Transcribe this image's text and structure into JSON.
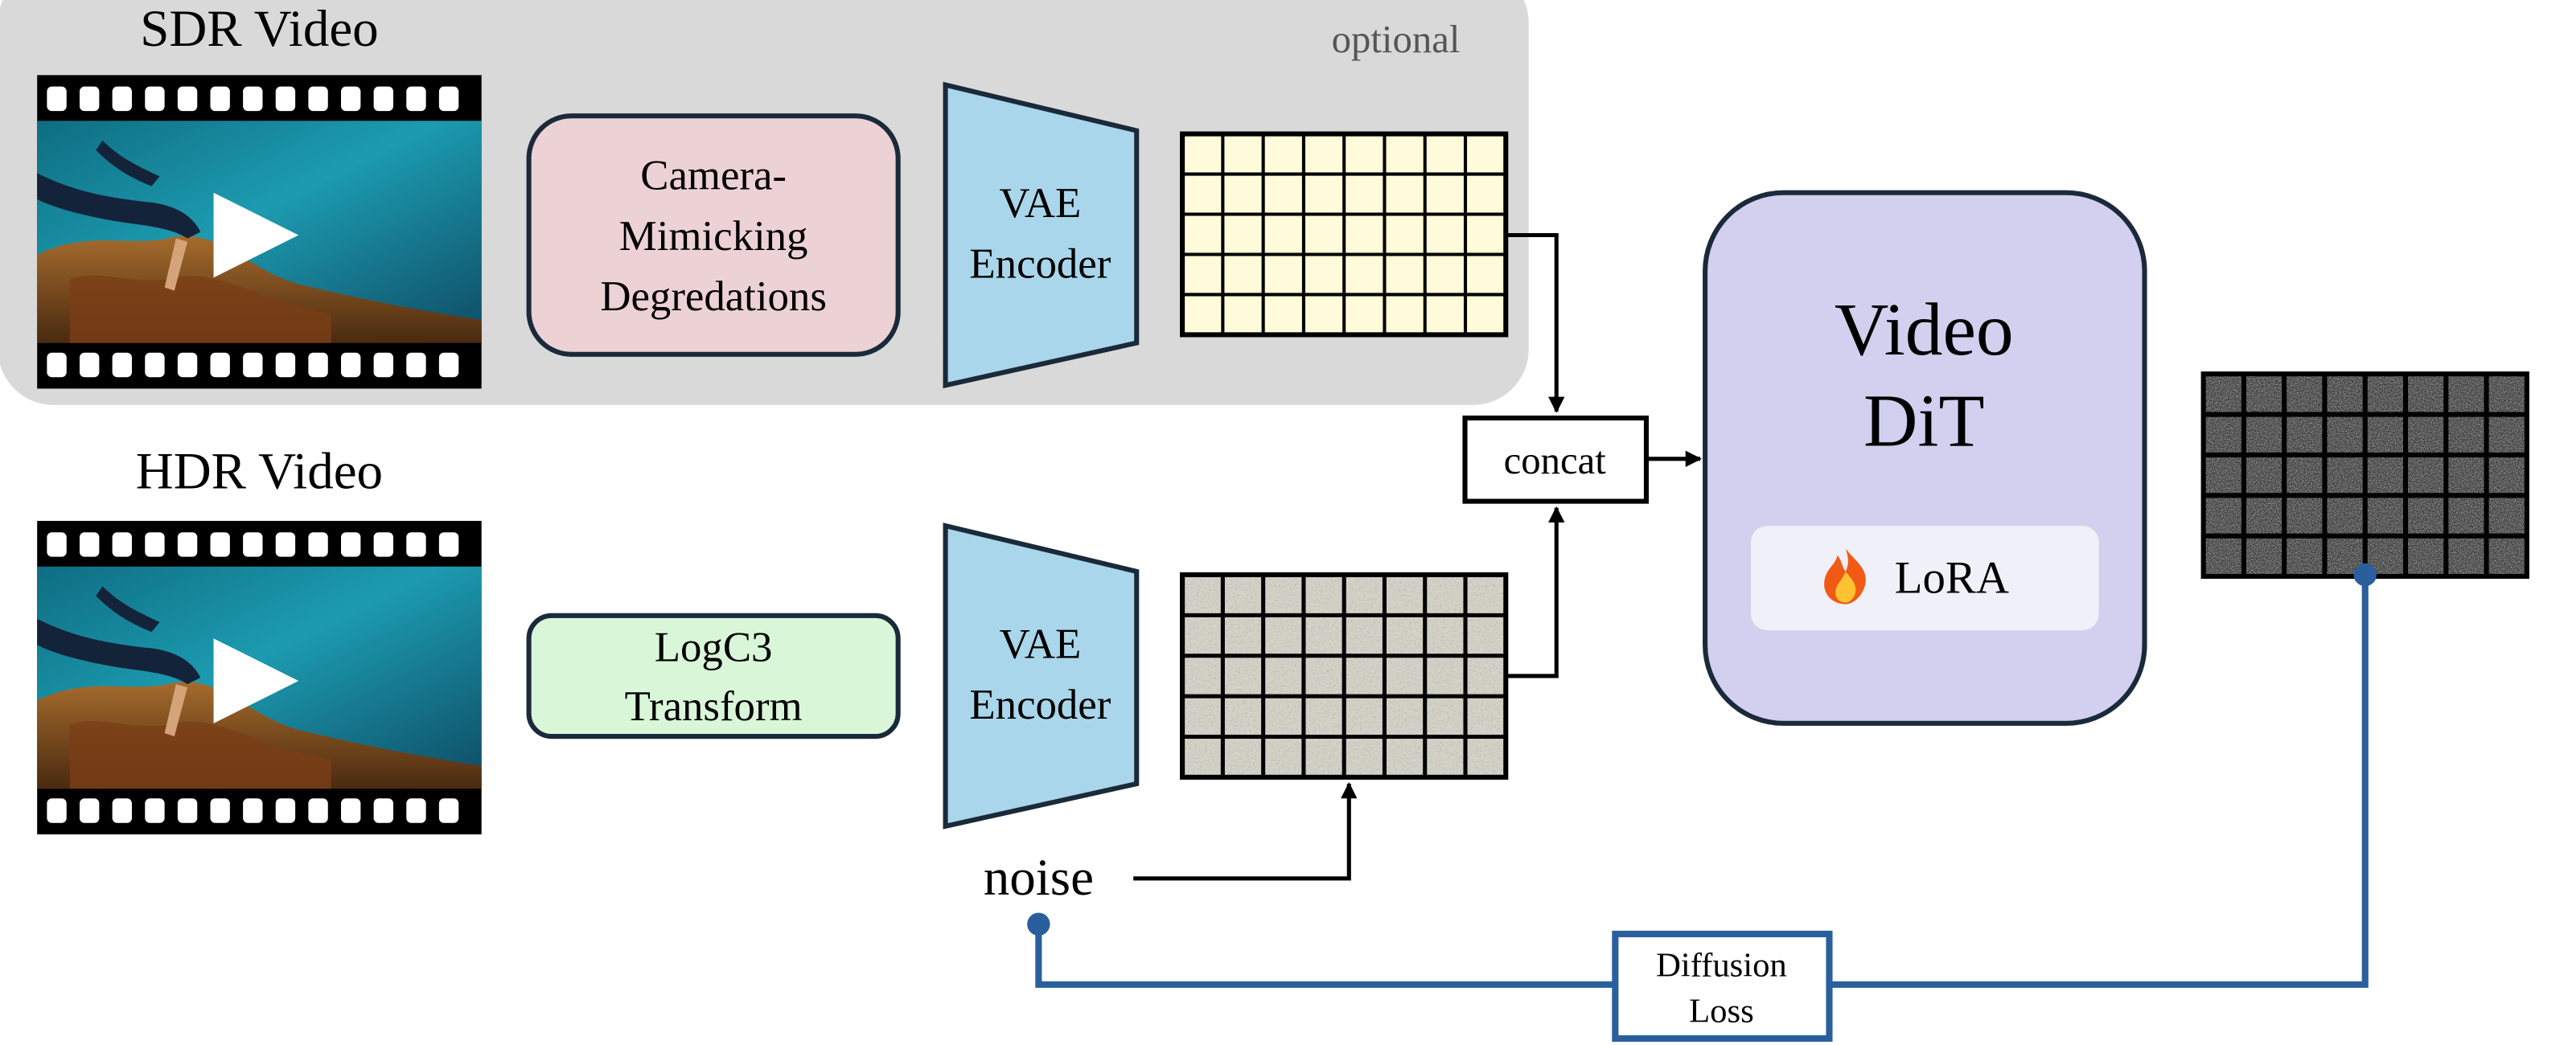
{
  "sdr_section": {
    "title": "SDR Video",
    "optional_label": "optional",
    "degradation_label_lines": [
      "Camera-",
      "Mimicking",
      "Degredations"
    ],
    "encoder_label_lines": [
      "VAE",
      "Encoder"
    ]
  },
  "hdr_section": {
    "title": "HDR Video",
    "transform_label_lines": [
      "LogC3",
      "Transform"
    ],
    "encoder_label_lines": [
      "VAE",
      "Encoder"
    ],
    "noise_label": "noise"
  },
  "concat_label": "concat",
  "dit": {
    "title_lines": [
      "Video",
      "DiT"
    ],
    "lora_icon": "fire-icon",
    "lora_label": "LoRA"
  },
  "loss_label_lines": [
    "Diffusion",
    "Loss"
  ],
  "colors": {
    "optional_bg": "#d9d9d9",
    "degradation_fill": "#ecd1d5",
    "transform_fill": "#d9f6d9",
    "encoder_fill": "#a9d6ea",
    "sdr_latent_fill": "#fdfbd9",
    "dit_fill": "#d2d0ee",
    "lora_fill": "#f0f0f8",
    "loss_line": "#2a5f9e"
  }
}
